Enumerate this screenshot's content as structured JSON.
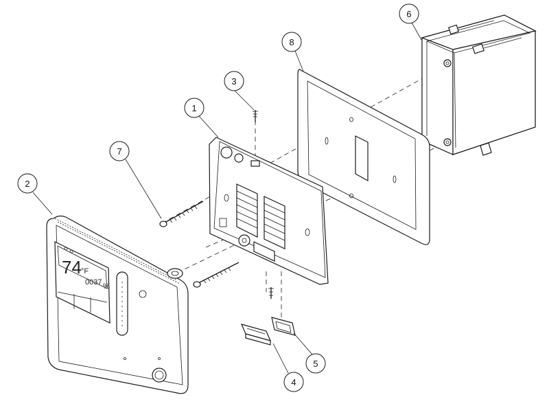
{
  "callouts": {
    "c1": "1",
    "c2": "2",
    "c3": "3",
    "c4": "4",
    "c5": "5",
    "c6": "6",
    "c7": "7",
    "c8": "8"
  },
  "display": {
    "temperature": "74",
    "unit": "°F",
    "humidity": "0037",
    "percent": "%"
  }
}
